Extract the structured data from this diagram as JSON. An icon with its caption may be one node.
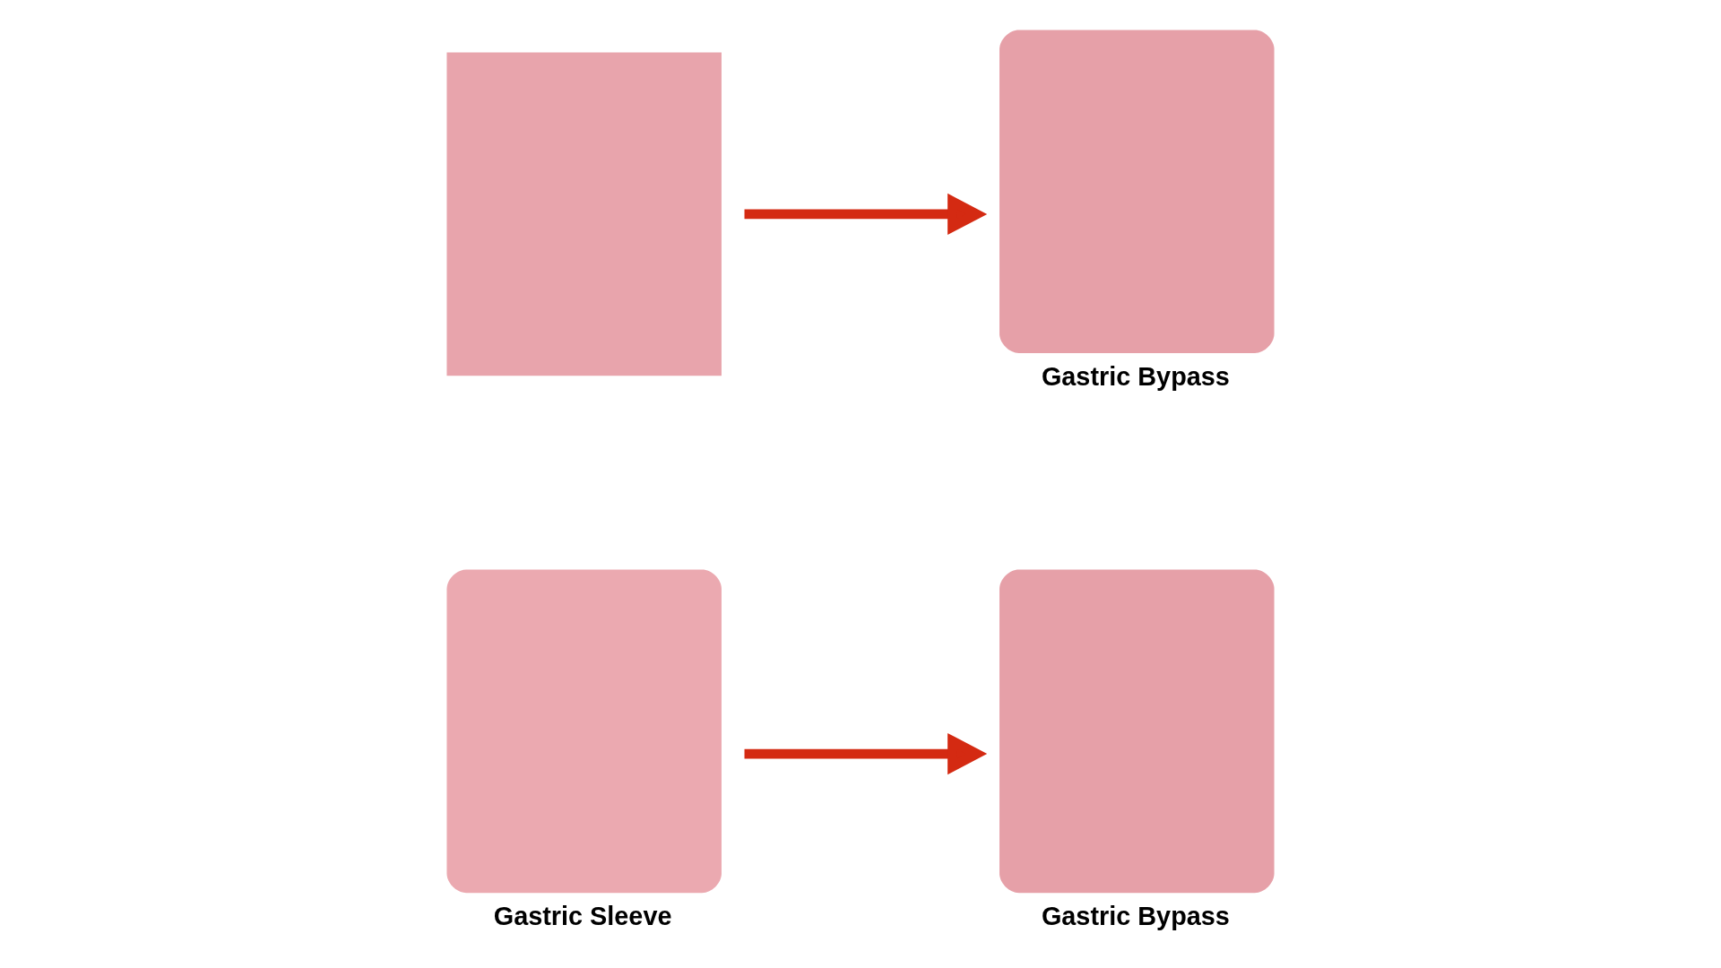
{
  "diagram": {
    "nodes": [
      {
        "text": [],
        "shape": "box"
      },
      {
        "text": [
          "Gastric Bypass"
        ]
      },
      {
        "text": [
          "Gastric Sleeve"
        ]
      },
      {
        "text": [
          "Gastric Bypass"
        ]
      }
    ],
    "edges": [
      {
        "from": 0,
        "to": 1,
        "arrow": "to"
      },
      {
        "from": 2,
        "to": 3,
        "arrow": "to"
      }
    ]
  }
}
